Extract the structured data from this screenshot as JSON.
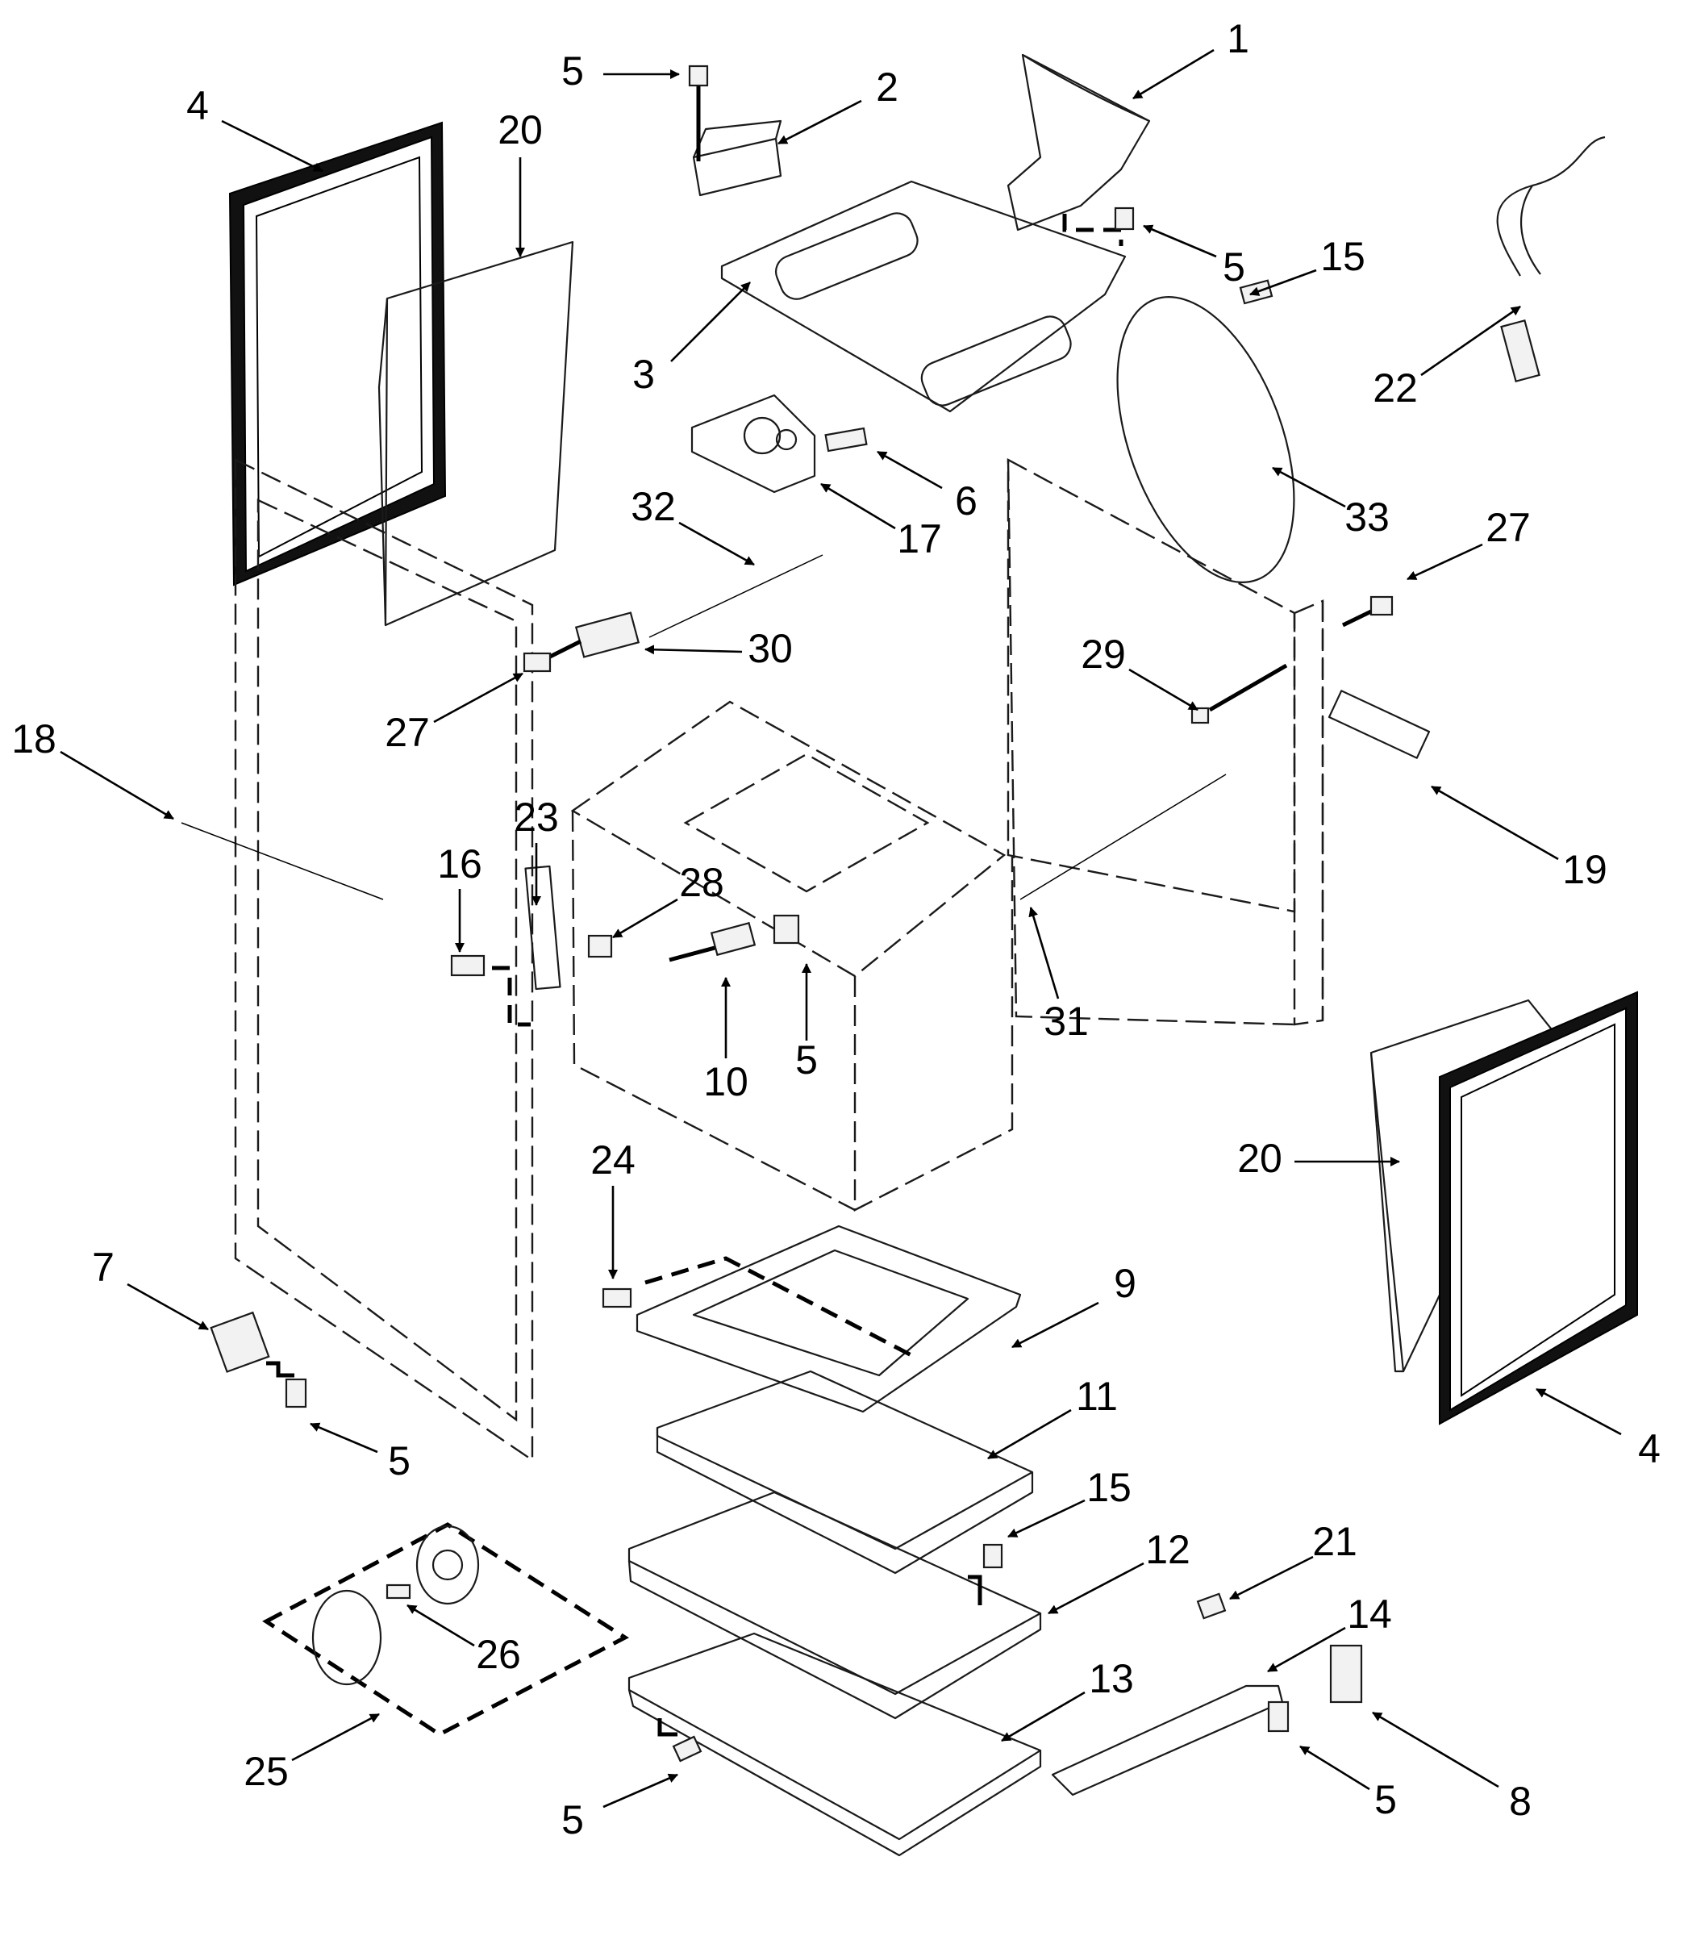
{
  "callouts": [
    {
      "id": "c1",
      "label": "1"
    },
    {
      "id": "c2",
      "label": "2"
    },
    {
      "id": "c3",
      "label": "3"
    },
    {
      "id": "c4a",
      "label": "4"
    },
    {
      "id": "c4b",
      "label": "4"
    },
    {
      "id": "c5a",
      "label": "5"
    },
    {
      "id": "c5b",
      "label": "5"
    },
    {
      "id": "c5c",
      "label": "5"
    },
    {
      "id": "c5d",
      "label": "5"
    },
    {
      "id": "c5e",
      "label": "5"
    },
    {
      "id": "c5f",
      "label": "5"
    },
    {
      "id": "c6",
      "label": "6"
    },
    {
      "id": "c7",
      "label": "7"
    },
    {
      "id": "c8",
      "label": "8"
    },
    {
      "id": "c9",
      "label": "9"
    },
    {
      "id": "c10",
      "label": "10"
    },
    {
      "id": "c11",
      "label": "11"
    },
    {
      "id": "c12",
      "label": "12"
    },
    {
      "id": "c13",
      "label": "13"
    },
    {
      "id": "c14",
      "label": "14"
    },
    {
      "id": "c15a",
      "label": "15"
    },
    {
      "id": "c15b",
      "label": "15"
    },
    {
      "id": "c16",
      "label": "16"
    },
    {
      "id": "c17",
      "label": "17"
    },
    {
      "id": "c18",
      "label": "18"
    },
    {
      "id": "c19",
      "label": "19"
    },
    {
      "id": "c20a",
      "label": "20"
    },
    {
      "id": "c20b",
      "label": "20"
    },
    {
      "id": "c21",
      "label": "21"
    },
    {
      "id": "c22",
      "label": "22"
    },
    {
      "id": "c23",
      "label": "23"
    },
    {
      "id": "c24",
      "label": "24"
    },
    {
      "id": "c25",
      "label": "25"
    },
    {
      "id": "c26",
      "label": "26"
    },
    {
      "id": "c27a",
      "label": "27"
    },
    {
      "id": "c27b",
      "label": "27"
    },
    {
      "id": "c28",
      "label": "28"
    },
    {
      "id": "c29",
      "label": "29"
    },
    {
      "id": "c30",
      "label": "30"
    },
    {
      "id": "c31",
      "label": "31"
    },
    {
      "id": "c32",
      "label": "32"
    },
    {
      "id": "c33",
      "label": "33"
    }
  ]
}
